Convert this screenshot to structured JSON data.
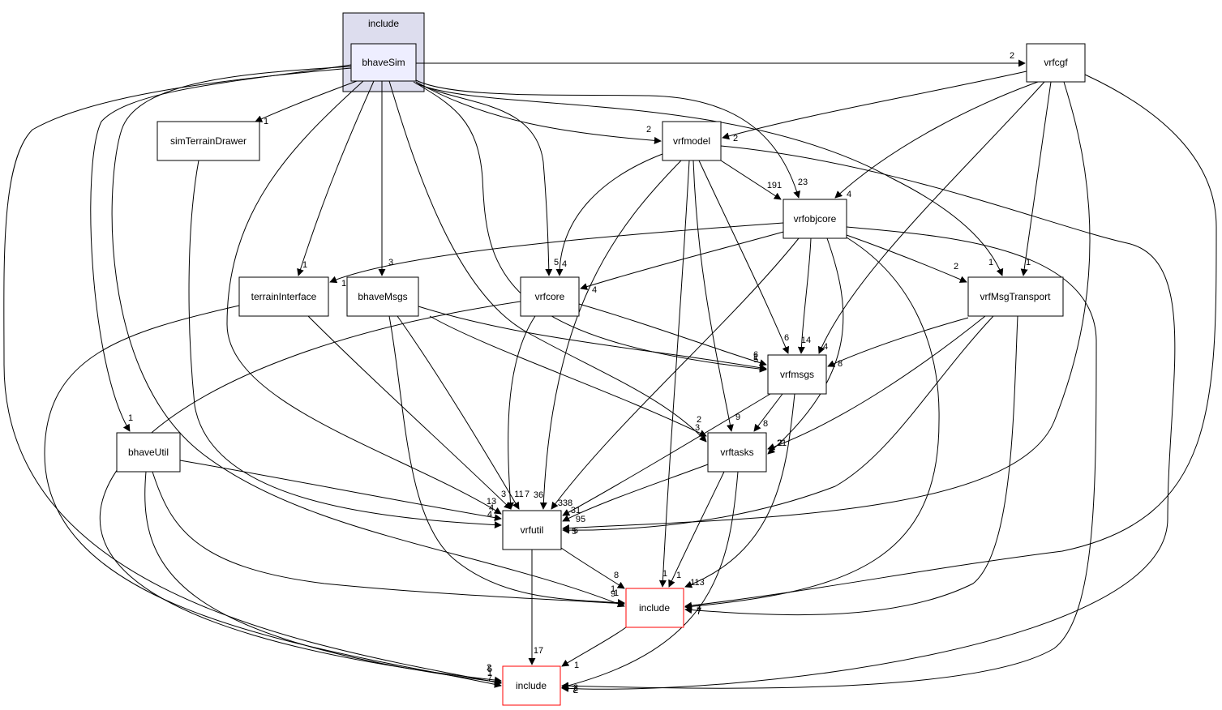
{
  "cluster": {
    "label": "include"
  },
  "nodes": {
    "bhaveSim": "bhaveSim",
    "vrfcgf": "vrfcgf",
    "simTerrainDrawer": "simTerrainDrawer",
    "vrfmodel": "vrfmodel",
    "vrfobjcore": "vrfobjcore",
    "terrainInterface": "terrainInterface",
    "bhaveMsgs": "bhaveMsgs",
    "vrfcore": "vrfcore",
    "vrfMsgTransport": "vrfMsgTransport",
    "vrfmsgs": "vrfmsgs",
    "bhaveUtil": "bhaveUtil",
    "vrftasks": "vrftasks",
    "vrfutil": "vrfutil",
    "include_mid": "include",
    "include_bottom": "include"
  },
  "edges": [
    {
      "from": "bhaveSim",
      "to": "vrfcgf",
      "label": "2"
    },
    {
      "from": "bhaveSim",
      "to": "simTerrainDrawer",
      "label": "1"
    },
    {
      "from": "bhaveSim",
      "to": "vrfmodel",
      "label": "2"
    },
    {
      "from": "bhaveSim",
      "to": "vrfobjcore",
      "label": "23"
    },
    {
      "from": "bhaveSim",
      "to": "terrainInterface",
      "label": "1"
    },
    {
      "from": "bhaveSim",
      "to": "bhaveMsgs",
      "label": "3"
    },
    {
      "from": "bhaveSim",
      "to": "vrfcore",
      "label": "5"
    },
    {
      "from": "bhaveSim",
      "to": "vrfMsgTransport",
      "label": "1"
    },
    {
      "from": "bhaveSim",
      "to": "vrfmsgs",
      "label": "1"
    },
    {
      "from": "bhaveSim",
      "to": "bhaveUtil",
      "label": "1"
    },
    {
      "from": "bhaveSim",
      "to": "vrftasks",
      "label": "2"
    },
    {
      "from": "bhaveSim",
      "to": "vrfutil",
      "label": "13"
    },
    {
      "from": "bhaveSim",
      "to": "include_mid",
      "label": "1"
    },
    {
      "from": "bhaveSim",
      "to": "include_bottom",
      "label": "2"
    },
    {
      "from": "vrfcgf",
      "to": "vrfmodel",
      "label": "2"
    },
    {
      "from": "vrfcgf",
      "to": "vrfobjcore",
      "label": "4"
    },
    {
      "from": "vrfcgf",
      "to": "vrfMsgTransport",
      "label": "1"
    },
    {
      "from": "vrfcgf",
      "to": "vrfmsgs",
      "label": "4"
    },
    {
      "from": "vrfcgf",
      "to": "vrfutil",
      "label": "6"
    },
    {
      "from": "vrfcgf",
      "to": "include_mid",
      "label": "1"
    },
    {
      "from": "simTerrainDrawer",
      "to": "vrfutil",
      "label": "4"
    },
    {
      "from": "vrfmodel",
      "to": "vrfobjcore",
      "label": "191"
    },
    {
      "from": "vrfmodel",
      "to": "vrfcore",
      "label": "4"
    },
    {
      "from": "vrfmodel",
      "to": "vrfmsgs",
      "label": "6"
    },
    {
      "from": "vrfmodel",
      "to": "vrftasks",
      "label": "9"
    },
    {
      "from": "vrfmodel",
      "to": "vrfutil",
      "label": "36"
    },
    {
      "from": "vrfmodel",
      "to": "include_mid",
      "label": "1"
    },
    {
      "from": "vrfmodel",
      "to": "include_bottom",
      "label": "2"
    },
    {
      "from": "vrfobjcore",
      "to": "terrainInterface",
      "label": "1"
    },
    {
      "from": "vrfobjcore",
      "to": "vrfcore",
      "label": "4"
    },
    {
      "from": "vrfobjcore",
      "to": "vrfMsgTransport",
      "label": "2"
    },
    {
      "from": "vrfobjcore",
      "to": "vrfmsgs",
      "label": "14"
    },
    {
      "from": "vrfobjcore",
      "to": "vrftasks",
      "label": "21"
    },
    {
      "from": "vrfobjcore",
      "to": "vrfutil",
      "label": "338"
    },
    {
      "from": "vrfobjcore",
      "to": "include_mid",
      "label": "7"
    },
    {
      "from": "vrfobjcore",
      "to": "include_bottom",
      "label": "2"
    },
    {
      "from": "terrainInterface",
      "to": "vrfutil",
      "label": "3"
    },
    {
      "from": "terrainInterface",
      "to": "include_bottom",
      "label": "1"
    },
    {
      "from": "bhaveMsgs",
      "to": "vrfmsgs",
      "label": "5"
    },
    {
      "from": "bhaveMsgs",
      "to": "vrftasks",
      "label": "3"
    },
    {
      "from": "bhaveMsgs",
      "to": "vrfutil",
      "label": "7"
    },
    {
      "from": "bhaveMsgs",
      "to": "include_mid",
      "label": "1"
    },
    {
      "from": "vrfcore",
      "to": "vrfmsgs",
      "label": "6"
    },
    {
      "from": "vrfcore",
      "to": "vrfutil",
      "label": "11"
    },
    {
      "from": "vrfcore",
      "to": "include_bottom",
      "label": "7"
    },
    {
      "from": "vrfMsgTransport",
      "to": "vrfmsgs",
      "label": "8"
    },
    {
      "from": "vrfMsgTransport",
      "to": "vrftasks",
      "label": "2"
    },
    {
      "from": "vrfMsgTransport",
      "to": "vrfutil",
      "label": "5"
    },
    {
      "from": "vrfMsgTransport",
      "to": "include_mid",
      "label": "7"
    },
    {
      "from": "vrfmsgs",
      "to": "vrftasks",
      "label": "8"
    },
    {
      "from": "vrfmsgs",
      "to": "vrfutil",
      "label": "31"
    },
    {
      "from": "vrfmsgs",
      "to": "include_mid",
      "label": "113"
    },
    {
      "from": "bhaveUtil",
      "to": "vrfutil",
      "label": "4"
    },
    {
      "from": "bhaveUtil",
      "to": "include_mid",
      "label": "9"
    },
    {
      "from": "bhaveUtil",
      "to": "include_bottom",
      "label": "5"
    },
    {
      "from": "vrftasks",
      "to": "vrfutil",
      "label": "95"
    },
    {
      "from": "vrftasks",
      "to": "include_mid",
      "label": "1"
    },
    {
      "from": "vrftasks",
      "to": "include_bottom",
      "label": "7"
    },
    {
      "from": "vrfutil",
      "to": "include_mid",
      "label": "8"
    },
    {
      "from": "vrfutil",
      "to": "include_bottom",
      "label": "17"
    },
    {
      "from": "include_mid",
      "to": "include_bottom",
      "label": "1"
    }
  ]
}
